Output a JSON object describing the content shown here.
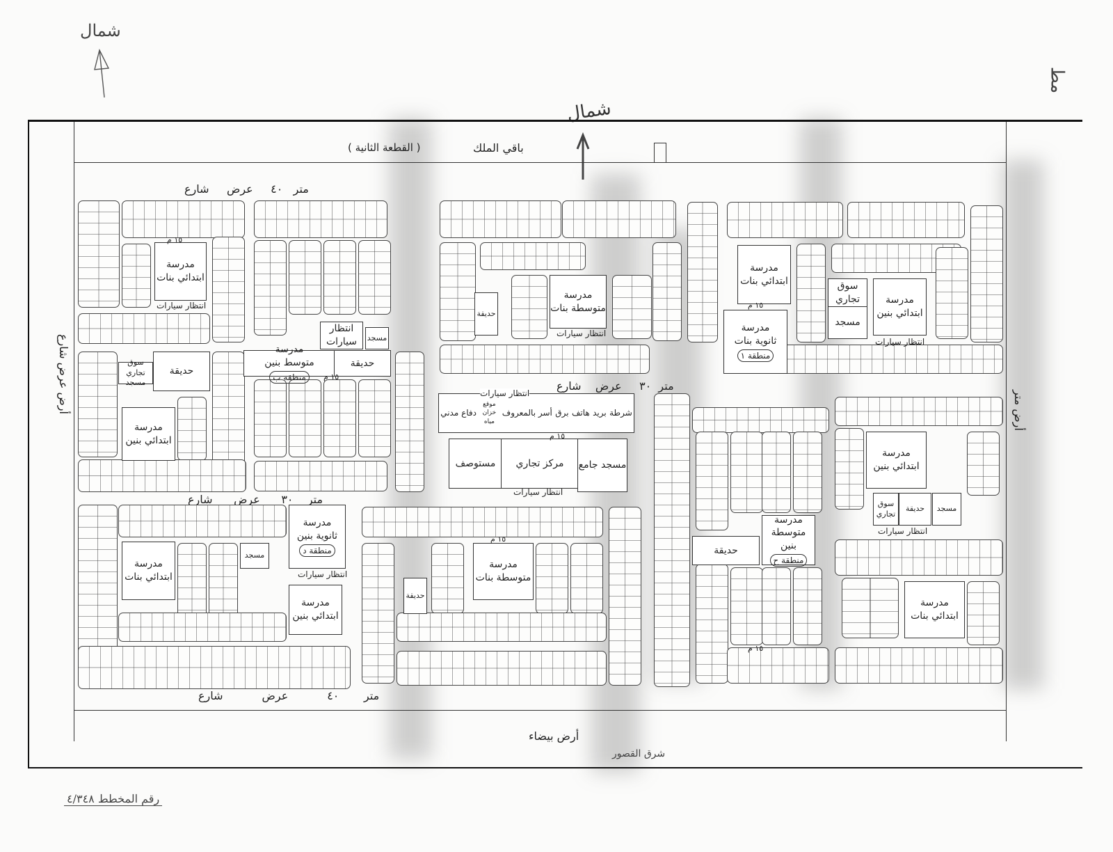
{
  "north_marks": {
    "top_left": "شمال",
    "top_center": "شمال"
  },
  "top_strip": {
    "remaining_property": "باقي الملك",
    "second_parcel": "( القطعة الثانية )"
  },
  "roads": {
    "north_road": {
      "street": "شارع",
      "width": "عرض",
      "value": "٤٠",
      "unit": "متر"
    },
    "middle_road_1": {
      "street": "شارع",
      "width": "عرض",
      "value": "٣٠",
      "unit": "متر"
    },
    "middle_road_2": {
      "street": "شارع",
      "width": "عرض",
      "value": "٣٠",
      "unit": "متر"
    },
    "south_road": {
      "street": "شارع",
      "width": "عرض",
      "value": "٤٠",
      "unit": "متر"
    },
    "west_road": "أرض عرض شارع",
    "east_road": "أرض متر"
  },
  "south_land": {
    "white_land": "أرض بيضاء",
    "east_palaces": "شرق القصور"
  },
  "plan_number": {
    "label": "رقم المخطط",
    "value": "٤/٣٤٨"
  },
  "street_width_label": "١٥ م",
  "facilities": [
    {
      "title": "مدرسة",
      "name": "ابتدائي بنات"
    },
    {
      "title": "مدرسة",
      "name": "متوسطة بنات"
    },
    {
      "title": "مدرسة",
      "name": "ابتدائي بنات"
    },
    {
      "title": "مدرسة",
      "name": "ثانوية بنات",
      "zone": "منطقة ١"
    },
    {
      "title": "سوق",
      "name": "تجاري"
    },
    {
      "title": "",
      "name": "مسجد"
    },
    {
      "title": "مدرسة",
      "name": "ابتدائي بنين"
    },
    {
      "title": "انتظار",
      "name": "سيارات"
    },
    {
      "title": "",
      "name": "مسجد"
    },
    {
      "title": "مدرسة",
      "name": "متوسط بنين",
      "zone": "منطقة ب"
    },
    {
      "title": "",
      "name": "حديقة"
    },
    {
      "title": "سوق تجاري",
      "name": "مسجد"
    },
    {
      "title": "",
      "name": "حديقة"
    },
    {
      "title": "مدرسة",
      "name": "ابتدائي بنين"
    },
    {
      "title": "",
      "name": "مستوصف"
    },
    {
      "title": "",
      "name": "مركز تجاري"
    },
    {
      "title": "",
      "name": "مسجد جامع"
    },
    {
      "title": "مدرسة",
      "name": "متوسطة بنات"
    },
    {
      "title": "مدرسة",
      "name": "ثانوية بنين",
      "zone": "منطقة د"
    },
    {
      "title": "مدرسة",
      "name": "ابتدائي بنين"
    },
    {
      "title": "مدرسة",
      "name": "ابتدائي بنات"
    },
    {
      "title": "مدرسة",
      "name": "متوسطة بنين",
      "zone": "منطقة ح"
    },
    {
      "title": "",
      "name": "حديقة"
    },
    {
      "title": "مدرسة",
      "name": "ابتدائي بنين"
    },
    {
      "title": "سوق",
      "name": "تجاري"
    },
    {
      "title": "",
      "name": "حديقة"
    },
    {
      "title": "",
      "name": "مسجد"
    },
    {
      "title": "مدرسة",
      "name": "ابتدائي بنات"
    },
    {
      "title": "",
      "name": "حديقة"
    },
    {
      "title": "",
      "name": "مسجد"
    },
    {
      "title": "",
      "name": "حديقة"
    }
  ],
  "services_row": {
    "parking": "انتظار سيارات",
    "items": [
      "شرطة",
      "بريد",
      "هاتف",
      "برق",
      "أسر بالمعروف",
      "موقع خزان مياه",
      "دفاع مدني"
    ]
  },
  "parking_labels": [
    "انتظار سيارات",
    "انتظار سيارات",
    "انتظار سيارات",
    "انتظار سيارات",
    "انتظار سيارات",
    "انتظار سيارات"
  ]
}
